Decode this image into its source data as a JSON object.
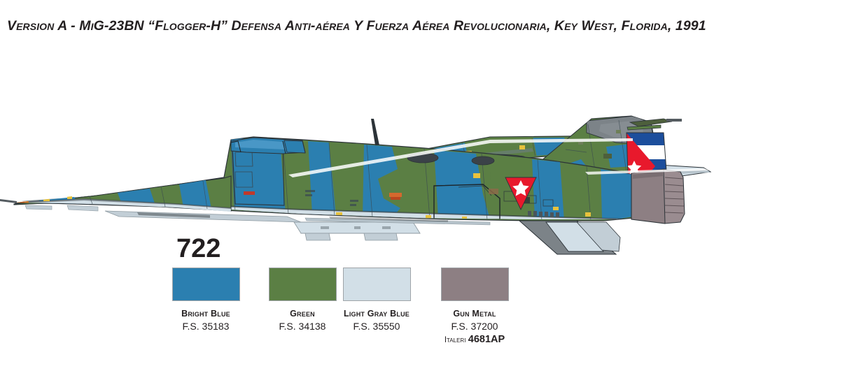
{
  "header": {
    "title": "Version A - MiG-23BN “Flogger-H” Defensa Anti-aérea Y Fuerza Aérea Revolucionaria, Key West, Florida, 1991"
  },
  "profile": {
    "aircraft": "MiG-23BN Flogger-H",
    "side": "left",
    "tail_number": "722",
    "national_insignia": "cuban-roundel",
    "tail_marking": "cuban-flag-fin-flash",
    "colors": {
      "bright_blue": "#2b7fb0",
      "green": "#5b7f44",
      "light_gray_blue": "#d2dfe7",
      "gun_metal": "#8d7f83",
      "dark_gray": "#7c8388",
      "mid_gray": "#a9b2b7",
      "outline": "#2c3338",
      "canopy_blue": "#2b7fb0",
      "flag_blue": "#1c4e9c",
      "flag_red": "#e8192c",
      "flag_white": "#ffffff",
      "stencil_yellow": "#e8c23c",
      "stencil_red": "#c0392b",
      "numeral": "#231f20",
      "white": "#ffffff"
    }
  },
  "legend": {
    "swatches": [
      {
        "name": "Bright Blue",
        "fs": "F.S. 35183",
        "color": "#2b7fb0",
        "vendor": null,
        "vendor_code": null
      },
      {
        "name": "Green",
        "fs": "F.S. 34138",
        "color": "#5b7f44",
        "vendor": null,
        "vendor_code": null
      },
      {
        "name": "Light Gray Blue",
        "fs": "F.S. 35550",
        "color": "#d2dfe7",
        "vendor": null,
        "vendor_code": null
      },
      {
        "name": "Gun Metal",
        "fs": "F.S. 37200",
        "color": "#8d7f83",
        "vendor": "Italeri",
        "vendor_code": "4681AP"
      }
    ]
  }
}
